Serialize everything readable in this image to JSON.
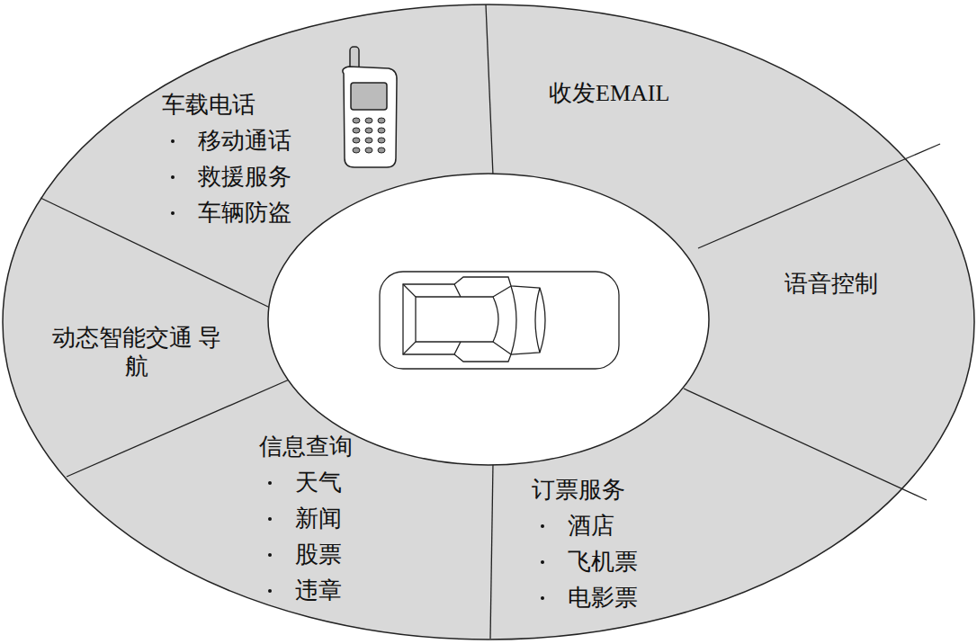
{
  "diagram": {
    "nodes": [
      {
        "text": [
          "车载电话",
          "移动通话",
          "救援服务",
          "车辆防盗"
        ]
      },
      {
        "text": [
          "收发EMAIL"
        ]
      },
      {
        "text": [
          "语音控制"
        ]
      },
      {
        "text": [
          "订票服务",
          "酒店",
          "飞机票",
          "电影票"
        ]
      },
      {
        "text": [
          "信息查询",
          "天气",
          "新闻",
          "股票",
          "违章"
        ]
      },
      {
        "text": [
          "动态智能交通 导航"
        ]
      }
    ]
  }
}
